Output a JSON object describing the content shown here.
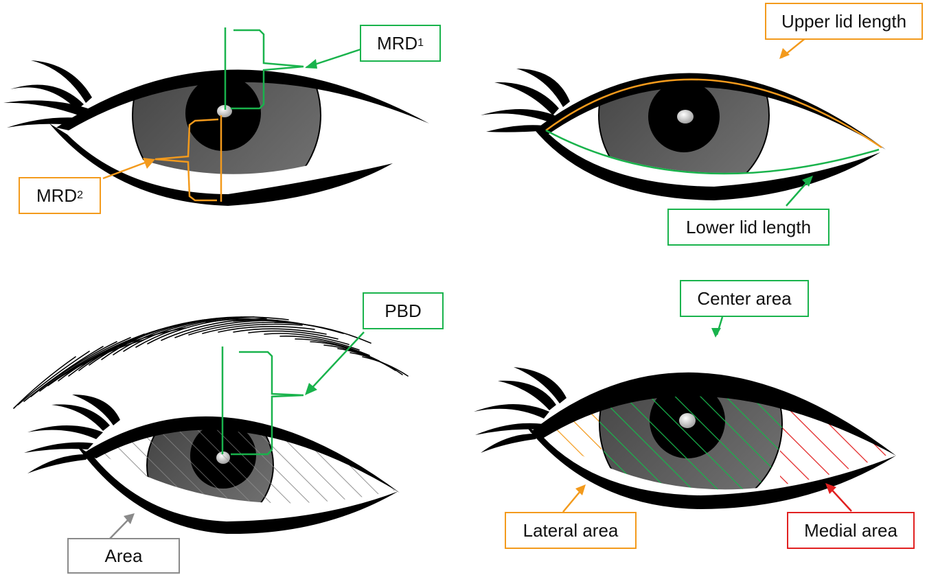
{
  "colors": {
    "green": "#19b34c",
    "orange": "#f39a1c",
    "red": "#e12020",
    "gray": "#8a8a8a",
    "lid": "#000000",
    "iris": "#5b5b5b"
  },
  "panels": {
    "mrd": {
      "label_mrd1_base": "MRD",
      "label_mrd1_sub": "1",
      "label_mrd2_base": "MRD",
      "label_mrd2_sub": "2"
    },
    "lid_length": {
      "label_upper": "Upper lid length",
      "label_lower": "Lower lid length"
    },
    "pbd_area": {
      "label_pbd": "PBD",
      "label_area": "Area"
    },
    "regions": {
      "label_center": "Center area",
      "label_lateral": "Lateral area",
      "label_medial": "Medial area"
    }
  }
}
